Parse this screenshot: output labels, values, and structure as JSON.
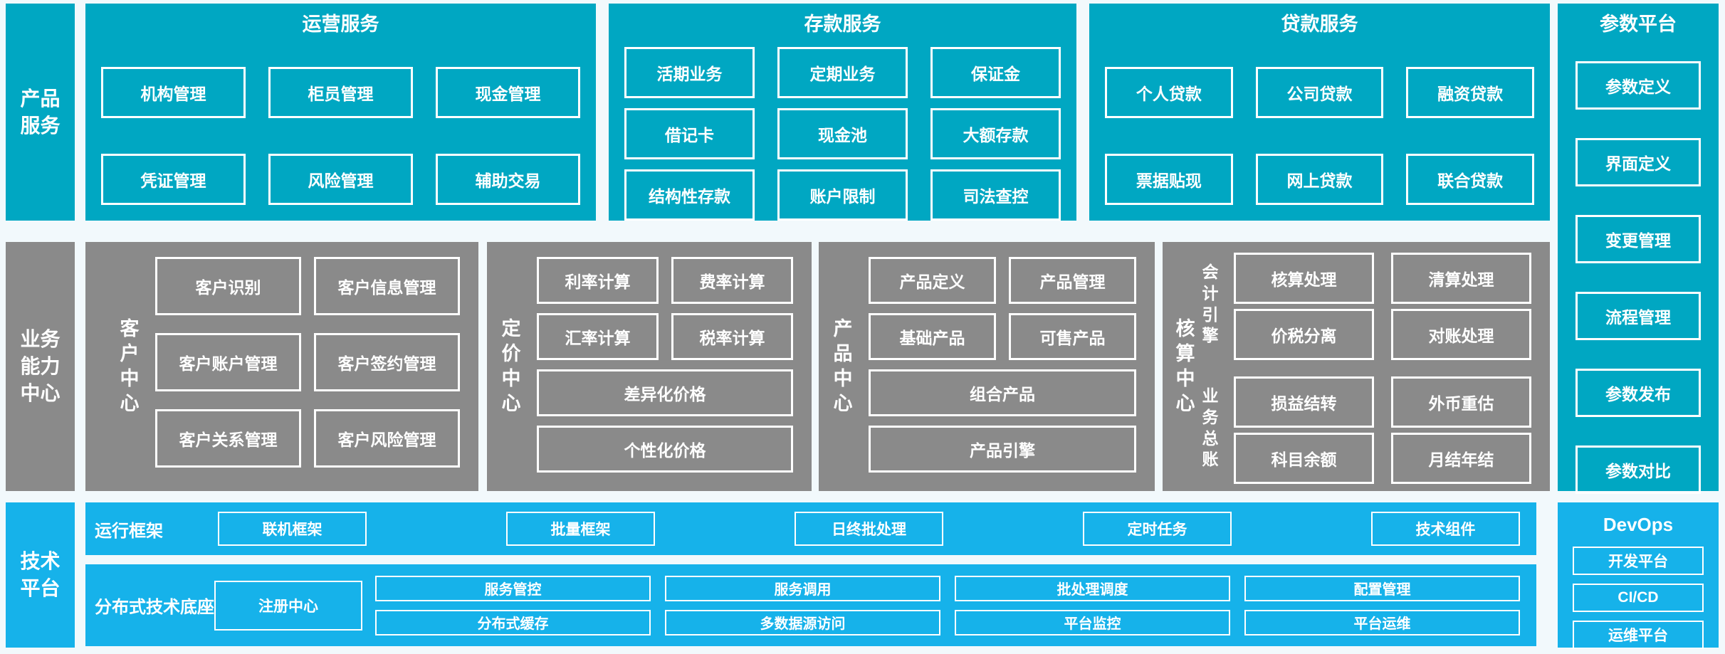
{
  "colors": {
    "teal": "#00a7c2",
    "gray": "#8a8a8a",
    "bright_blue": "#16b2ea",
    "background": "#f2f9fc",
    "box_border": "#ffffff"
  },
  "left_labels": {
    "product_services": "产品服务",
    "business_capability": "业务能力中心",
    "technology_platform": "技术平台"
  },
  "top_panels": {
    "operation": {
      "title": "运营服务",
      "items": [
        "机构管理",
        "柜员管理",
        "现金管理",
        "凭证管理",
        "风险管理",
        "辅助交易"
      ]
    },
    "deposit": {
      "title": "存款服务",
      "items": [
        "活期业务",
        "定期业务",
        "保证金",
        "借记卡",
        "现金池",
        "大额存款",
        "结构性存款",
        "账户限制",
        "司法查控"
      ]
    },
    "loan": {
      "title": "贷款服务",
      "items": [
        "个人贷款",
        "公司贷款",
        "融资贷款",
        "票据贴现",
        "网上贷款",
        "联合贷款"
      ]
    }
  },
  "param_platform": {
    "title": "参数平台",
    "items": [
      "参数定义",
      "界面定义",
      "变更管理",
      "流程管理",
      "参数发布",
      "参数对比"
    ]
  },
  "capability_centers": {
    "customer": {
      "label": "客户中心",
      "items": [
        "客户识别",
        "客户信息管理",
        "客户账户管理",
        "客户签约管理",
        "客户关系管理",
        "客户风险管理"
      ]
    },
    "pricing": {
      "label": "定价中心",
      "items": [
        "利率计算",
        "费率计算",
        "汇率计算",
        "税率计算",
        "差异化价格",
        "个性化价格"
      ]
    },
    "product": {
      "label": "产品中心",
      "items": [
        "产品定义",
        "产品管理",
        "基础产品",
        "可售产品",
        "组合产品",
        "产品引擎"
      ]
    },
    "accounting": {
      "label": "核算中心",
      "groups": [
        {
          "label": "会计引擎",
          "items": [
            "核算处理",
            "清算处理",
            "价税分离",
            "对账处理"
          ]
        },
        {
          "label": "业务总账",
          "items": [
            "损益结转",
            "外币重估",
            "科目余额",
            "月结年结"
          ]
        }
      ]
    }
  },
  "tech_platform": {
    "runtime": {
      "label": "运行框架",
      "items": [
        "联机框架",
        "批量框架",
        "日终批处理",
        "定时任务",
        "技术组件"
      ]
    },
    "distributed": {
      "label": "分布式技术底座",
      "registry": "注册中心",
      "row1": [
        "服务管控",
        "服务调用",
        "批处理调度",
        "配置管理"
      ],
      "row2": [
        "分布式缓存",
        "多数据源访问",
        "平台监控",
        "平台运维"
      ]
    },
    "devops": {
      "title": "DevOps",
      "items": [
        "开发平台",
        "CI/CD",
        "运维平台"
      ]
    }
  }
}
